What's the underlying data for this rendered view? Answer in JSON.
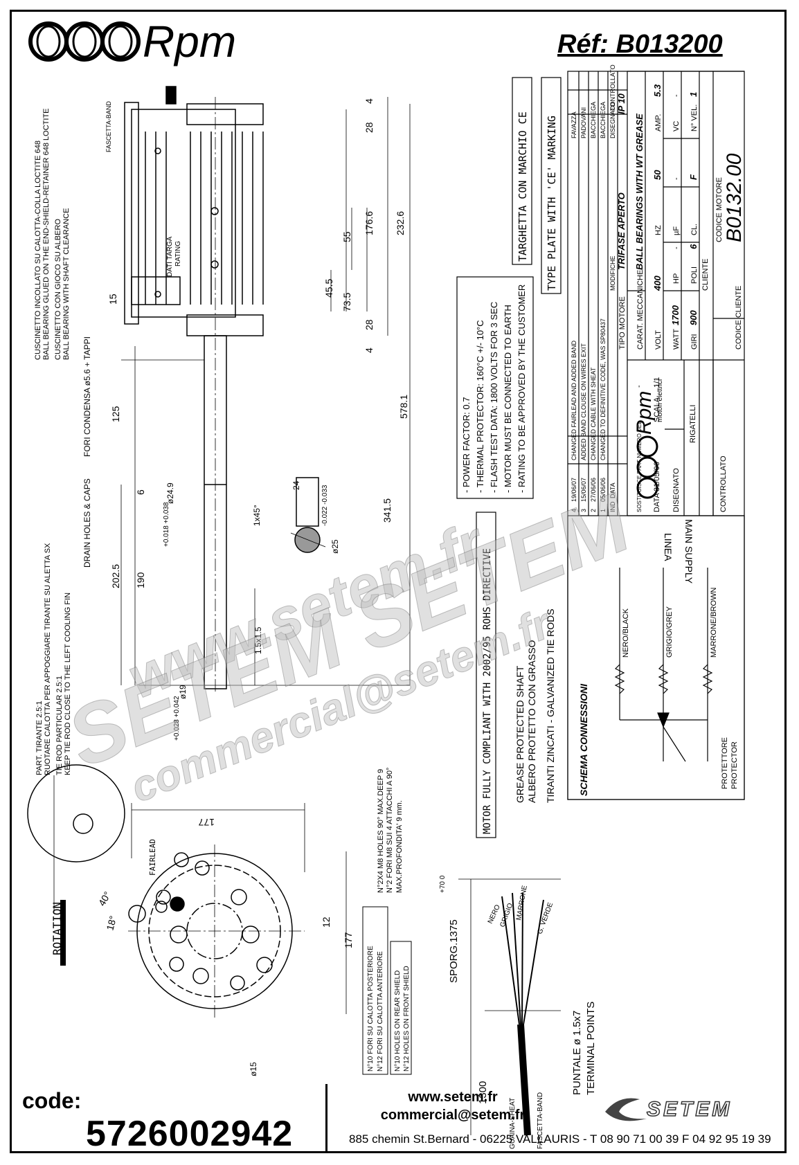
{
  "header": {
    "brand": "Rpm",
    "reference": "Réf:  B013200"
  },
  "notes_left": {
    "bearing_line1": "CUSCINETTO INCOLLATO SU CALOTTA-COLLA LOCTITE 648",
    "bearing_line2": "BALL BEARING GLUED ON THE END-SHIELD-RETAINER 648 LOCTITE",
    "bearing_line3": "CUSCINETTO CON GIOCO SU ALBERO",
    "bearing_line4": "BALL BEARING WITH SHAFT CLEARANCE",
    "fori_condensa": "FORI CONDENSA ø5.6 + TAPPI",
    "drain": "DRAIN HOLES & CAPS",
    "tirante1": "PART. TIRANTE 2.5:1",
    "tirante2": "RUOTARE CALOTTA  PER APPOGGIARE TIRANTE SU ALETTA SX",
    "tirante3": "TIE ROD PARTICULAR 2.5:1",
    "tirante4": "KEEP TIE ROD CLOSE TO THE LEFT COOLING FIN",
    "fascetta": "FASCETTA-BAND",
    "dati_targa": "DATI TARGA",
    "rating": "RATING"
  },
  "dimensions": {
    "d4a": "4",
    "d28a": "28",
    "d176": "176.6",
    "d232": "232.6",
    "d55": "55",
    "d455": "45.5",
    "d735": "73.5",
    "d28b": "28",
    "d4b": "4",
    "d15": "15",
    "d125": "125",
    "d5781": "578.1",
    "d3415": "341.5",
    "d2025": "202.5",
    "d190": "190",
    "d6": "6",
    "d249": "ø24.9",
    "d249tol": "+0.018  +0.038",
    "d1x45": "1x45°",
    "d24": "24",
    "d25": "ø25",
    "d25tol": "-0.022 -0.033",
    "d15x15": "1.5x1.5",
    "d19": "ø19",
    "d19tol": "+0.028 +0.042",
    "d177a": "177",
    "d177b": "177",
    "d12": "12",
    "d15b": "ø15",
    "d40": "40°",
    "d18": "18°"
  },
  "holes": {
    "h1": "N°2X4 M8 HOLES 90° MAX.DEEP 9",
    "h2": "N°2 FORI M8 SUI 4 ATTACCHI A  90°",
    "h3": "MAX.PROFONDITA' 9 mm.",
    "r1": "N°10 FORI SU CALOTTA POSTERIORE",
    "r2": "N°12 FORI SU CALOTTA ANTERIORE",
    "r3": "N°10 HOLES ON REAR SHIELD",
    "r4": "N°12 HOLES ON FRONT SHIELD",
    "rotation": "ROTATION",
    "fairlead": "FAIRLEAD"
  },
  "specs": {
    "pf": "- POWER FACTOR: 0.7",
    "thermal": "- THERMAL PROTECTOR: 160°C +/- 10°C",
    "flash": "- FLASH TEST DATA: 1800 VOLTS FOR 3 SEC",
    "earth": "- MOTOR MUST BE CONNECTED TO EARTH",
    "approve": "- RATING TO BE APPROVED BY THE CUSTOMER",
    "rohs": "MOTOR FULLY COMPLIANT WITH 2002/95 ROHS DIRECTIVE",
    "grease1": "GREASE PROTECTED SHAFT",
    "grease2": "ALBERO PROTETTO CON GRASSO",
    "tie": "TIRANTI ZINCATI -  GALVANIZED TIE RODS",
    "targa_ce": "TARGHETTA CON MARCHIO CE",
    "type_plate": "TYPE PLATE WITH 'CE' MARKING"
  },
  "cable": {
    "sporg": "SPORG.1375",
    "sporg_tol": "+70 0",
    "len1300": "1300",
    "nero": "NERO",
    "grigio": "GRIGIO",
    "marrone": "MARRONE",
    "verde": "G. VERDE",
    "guaina": "GUAINA-SHEAT",
    "fascetta": "FASCETTA-BAND",
    "puntale": "PUNTALE ø 1.5x7",
    "terminal": "TERMINAL POINTS"
  },
  "schema": {
    "title": "SCHEMA CONNESSIONI",
    "nero": "NERO/BLACK",
    "grigio": "GRIGIO/GREY",
    "marrone": "MARRONE/BROWN",
    "linea": "LINEA",
    "supply": "MAIN SUPPLY",
    "protettore": "PROTETTORE",
    "protector": "PROTECTOR"
  },
  "title_block": {
    "rev4": [
      "4",
      "19/06/07",
      "CHANGED FAIRLEAD AND ADDED BAND",
      "FAVAZZA"
    ],
    "rev3": [
      "3",
      "15/06/07",
      "ADDED BAND CLOUSE ON WIRES EXIT",
      "PADOVANI"
    ],
    "rev2": [
      "2",
      "27/06/06",
      "CHANGED CABLE WITH SHEAT",
      "BACCHIEGA"
    ],
    "rev1": [
      "1",
      "05/06/06",
      "CHANGED TO DEFINITIVE CODE, WAS SP80437",
      "BACCHIEGA"
    ],
    "hdr": [
      "IND",
      "DATA",
      "MODIFICHE",
      "DISEGNATO",
      "CONTROLLATO"
    ],
    "tipo_label": "TIPO MOTORE",
    "tipo_value": "TRIFASE APERTO",
    "ip": "IP 10",
    "carat_label": "CARAT. MECCANICHE",
    "carat_value": "BALL BEARINGS WITH WT GREASE",
    "volt_l": "VOLT",
    "volt_v": "400",
    "hz_l": "HZ",
    "hz_v": "50",
    "amp_l": "AMP.",
    "amp_v": "5.3",
    "watt_l": "WATT",
    "watt_v": "1700",
    "hp_l": "HP",
    "hp_v": "-",
    "uf_l": "µF",
    "uf_v": "-",
    "vc_l": "VC",
    "vc_v": "-",
    "giri_l": "GIRI",
    "giri_v": "900",
    "poli_l": "POLI",
    "poli_v": "6",
    "cl_l": "CL.",
    "cl_v": "F",
    "vel_l": "N° VEL.",
    "vel_v": "1",
    "cliente": "CLIENTE",
    "codice_motore": "CODICE MOTORE",
    "motor_code": "B0132.00",
    "codice_cliente": "CODICE CLIENTE",
    "sostituisce": "SOSTITUISCE PART NUMERO DEL",
    "sost_v": "-",
    "data_l": "DATA",
    "data_v": "31/05/06",
    "scala_l": "SCALA",
    "scala_v": "1/1",
    "disegnato": "DISEGNATO",
    "disegnato_v": "RIGATELLI",
    "controllato": "CONTROLLATO",
    "rpm": "Rpm",
    "motori": "motori elettrici"
  },
  "watermark": {
    "w1": "www.setem.fr",
    "w2": "SETEM  SETEM",
    "w3": "commercial@setem.fr"
  },
  "footer": {
    "code_label": "code:",
    "code_value": "5726002942",
    "web": "www.setem.fr",
    "mail": "commercial@setem.fr",
    "address": "885 chemin St.Bernard  -  06225 VALLAURIS  -  T 08 90 71 00 39   F 04 92 95 19 39",
    "logo": "SETEM"
  }
}
